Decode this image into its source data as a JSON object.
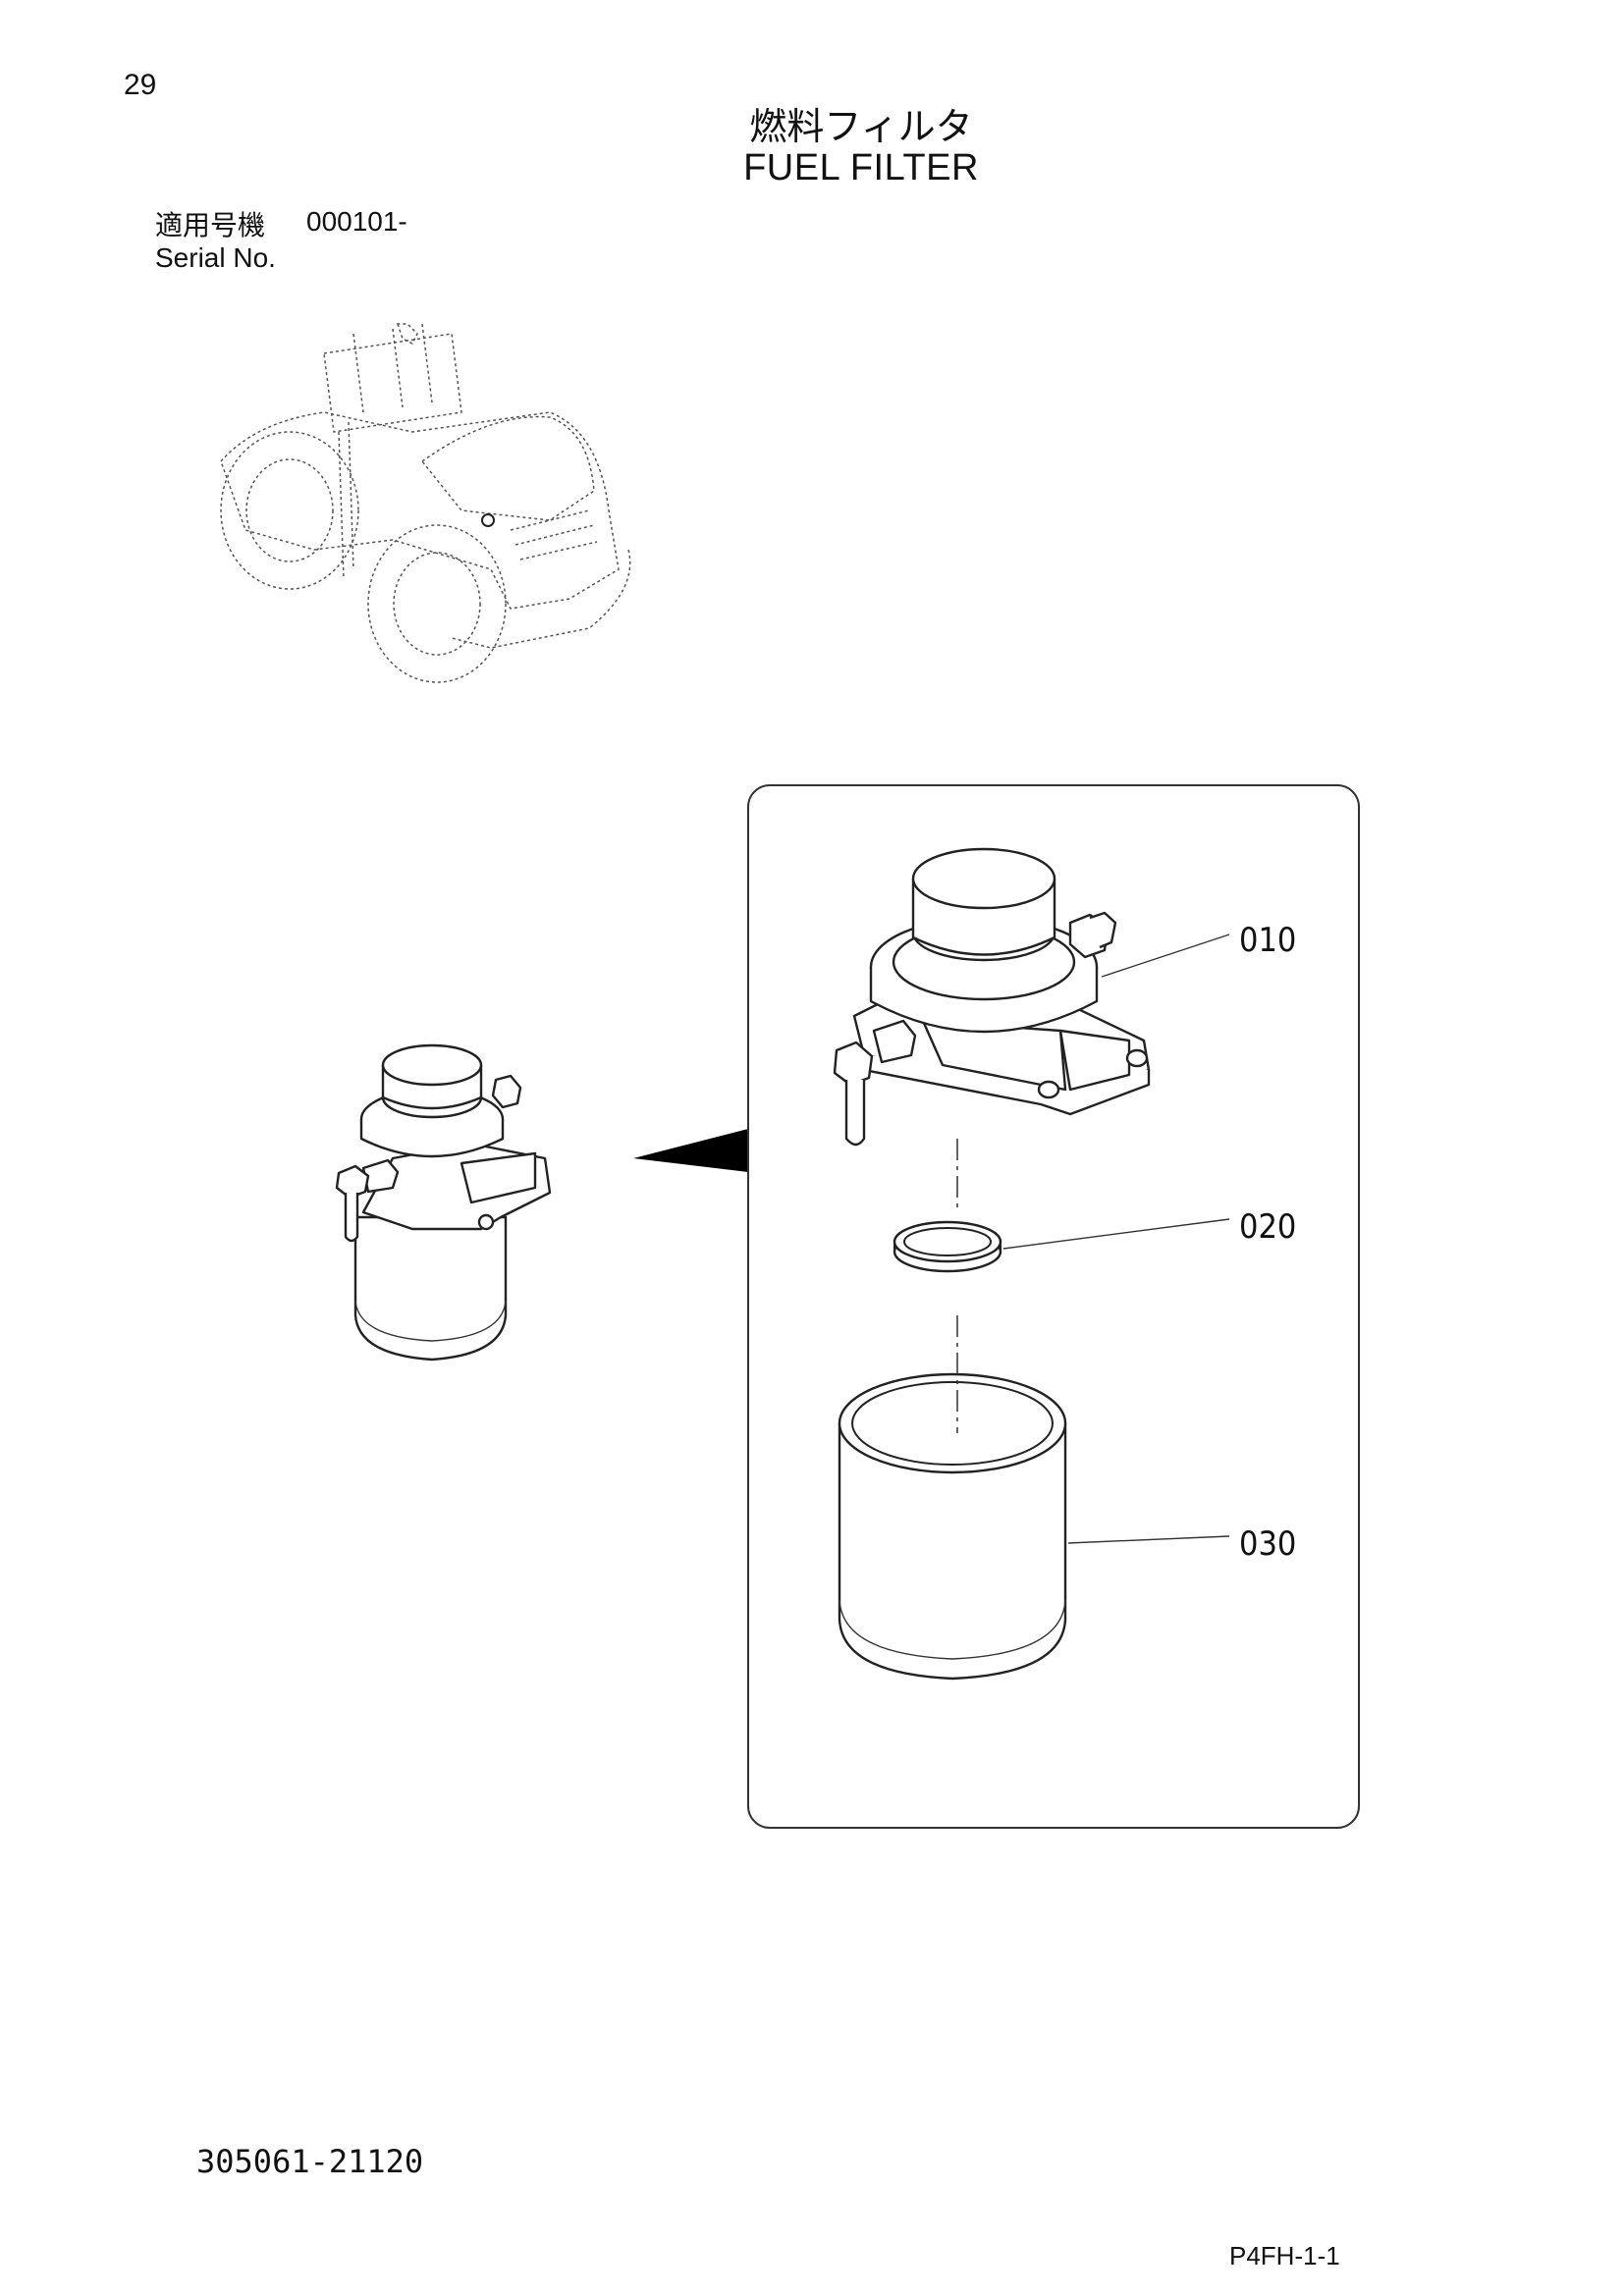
{
  "header": {
    "page_number": "29",
    "title_jp": "燃料フィルタ",
    "title_en": "FUEL FILTER"
  },
  "serial": {
    "label_jp": "適用号機",
    "range": "000101-",
    "label_en": "Serial No."
  },
  "callouts": [
    "010",
    "020",
    "030"
  ],
  "footer": {
    "doc_code": "305061-21120",
    "page_id": "P4FH-1-1"
  }
}
